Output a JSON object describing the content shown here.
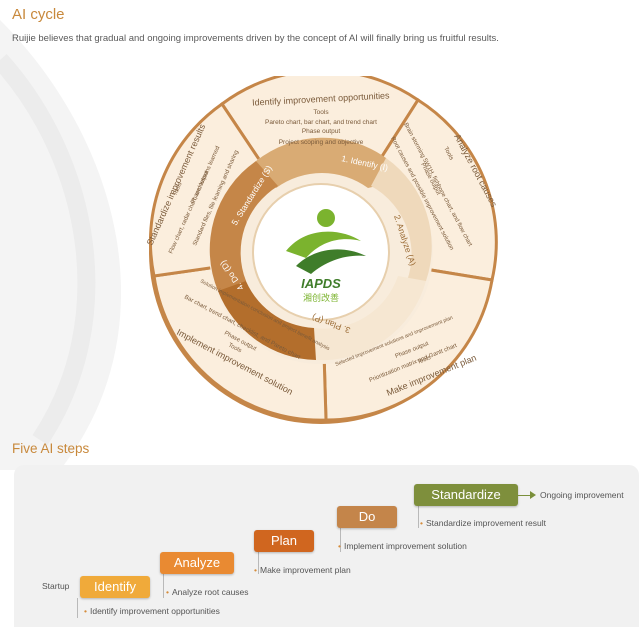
{
  "header": {
    "title": "AI cycle",
    "intro": "Ruijie believes that gradual and ongoing improvements driven by the concept of AI will finally bring us fruitful results."
  },
  "cycle": {
    "logo_text": "IAPDS",
    "logo_subtext": "湘创改善",
    "inner_steps": [
      {
        "label": "1. Identify (I)"
      },
      {
        "label": "2. Analyze (A)"
      },
      {
        "label": "3. Plan (P)"
      },
      {
        "label": "4. Do (D)"
      },
      {
        "label": "5. Standardize (S)"
      }
    ],
    "outer_segments": [
      {
        "title": "Identify improvement opportunities",
        "lines": [
          "Tools",
          "Pareto chart, bar chart, and trend chart",
          "Phase output",
          "Project scoping and objective"
        ]
      },
      {
        "title": "Analyze root causes",
        "lines": [
          "Tools",
          "Brain storming 5W1H, fishbone chart, and flow chart",
          "Phase output",
          "Root causes and possible improvement solution"
        ]
      },
      {
        "title": "Make improvement plan",
        "lines": [
          "Tools",
          "Prioritization matrix and Gantt chart",
          "Phase output",
          "Selected improvement solutions and improvement plan"
        ]
      },
      {
        "title": "Implement improvement solution",
        "lines": [
          "Tools",
          "Bar chart, trend chart, checklist, and Pareto chart",
          "Phase output",
          "Solution implementation conclusion and project benefit analysis"
        ]
      },
      {
        "title": "Standardize improvement results",
        "lines": [
          "Tools",
          "Flow chart, radar chart, and lessons learned",
          "Phase output",
          "Standard files, file learning and sharing"
        ]
      }
    ],
    "colors": {
      "outer_ring": "#c58648",
      "segment_fill": "#fbeedd",
      "inner_light": "#d9ab74",
      "inner_pale": "#efd9bb",
      "inner_dark": "#b36e2c",
      "inner_medium": "#c58648"
    }
  },
  "steps": {
    "title": "Five AI steps",
    "startup_label": "Startup",
    "end_label": "Ongoing improvement",
    "items": [
      {
        "label": "Identify",
        "desc": "Identify improvement opportunities",
        "color": "#f0aa3a"
      },
      {
        "label": "Analyze",
        "desc": "Analyze root causes",
        "color": "#e98a32"
      },
      {
        "label": "Plan",
        "desc": "Make improvement plan",
        "color": "#d0661f"
      },
      {
        "label": "Do",
        "desc": "Implement improvement solution",
        "color": "#c4854a"
      },
      {
        "label": "Standardize",
        "desc": "Standardize improvement result",
        "color": "#7e8f3c"
      }
    ]
  }
}
